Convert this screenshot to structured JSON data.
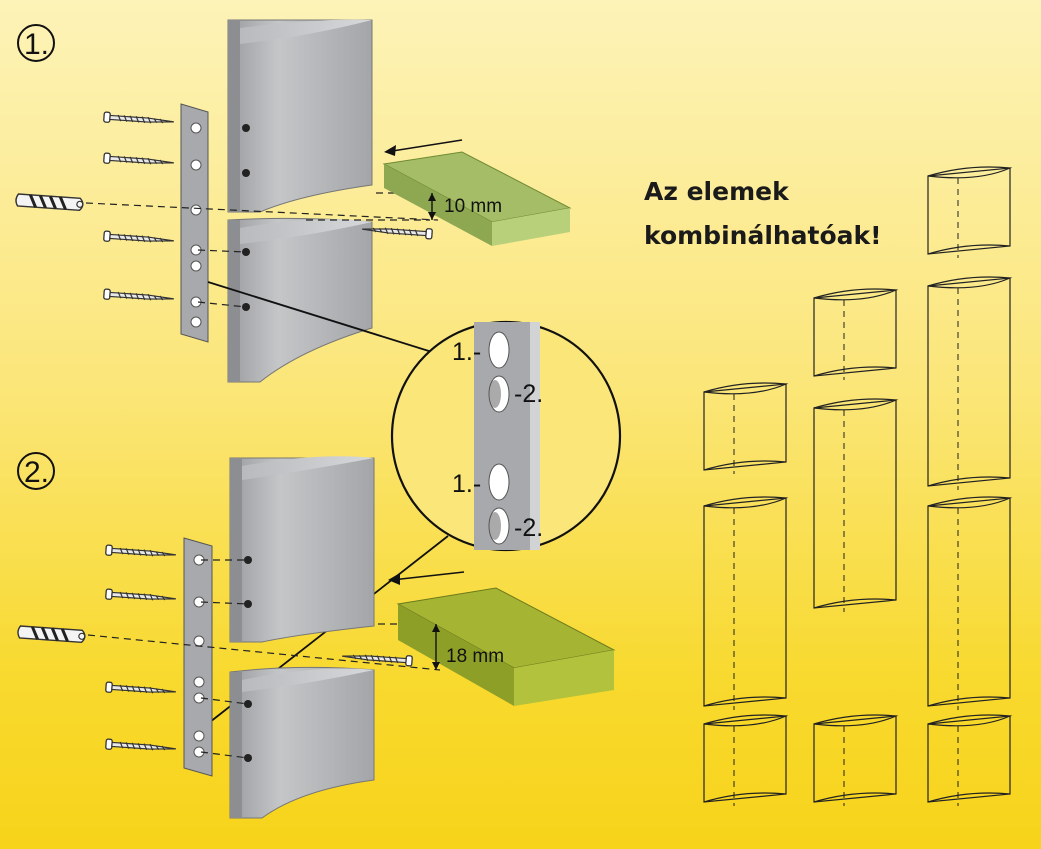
{
  "steps": {
    "step1_label": "1.",
    "step2_label": "2."
  },
  "dimensions": {
    "thin_shelf": "10 mm",
    "thick_shelf": "18 mm"
  },
  "callout": {
    "hole1_top": "1.-",
    "hole2_top": "-2.",
    "hole1_bottom": "1.-",
    "hole2_bottom": "-2."
  },
  "headline": {
    "line1": "Az elemek",
    "line2": "kombinálhatóak!"
  },
  "colors": {
    "background_top": "#fdf3b8",
    "background_bottom": "#f7d31a",
    "bracket_grey": "#a7a9ac",
    "shelf_thin": "#8ea852",
    "shelf_thick": "#8e9f28"
  }
}
